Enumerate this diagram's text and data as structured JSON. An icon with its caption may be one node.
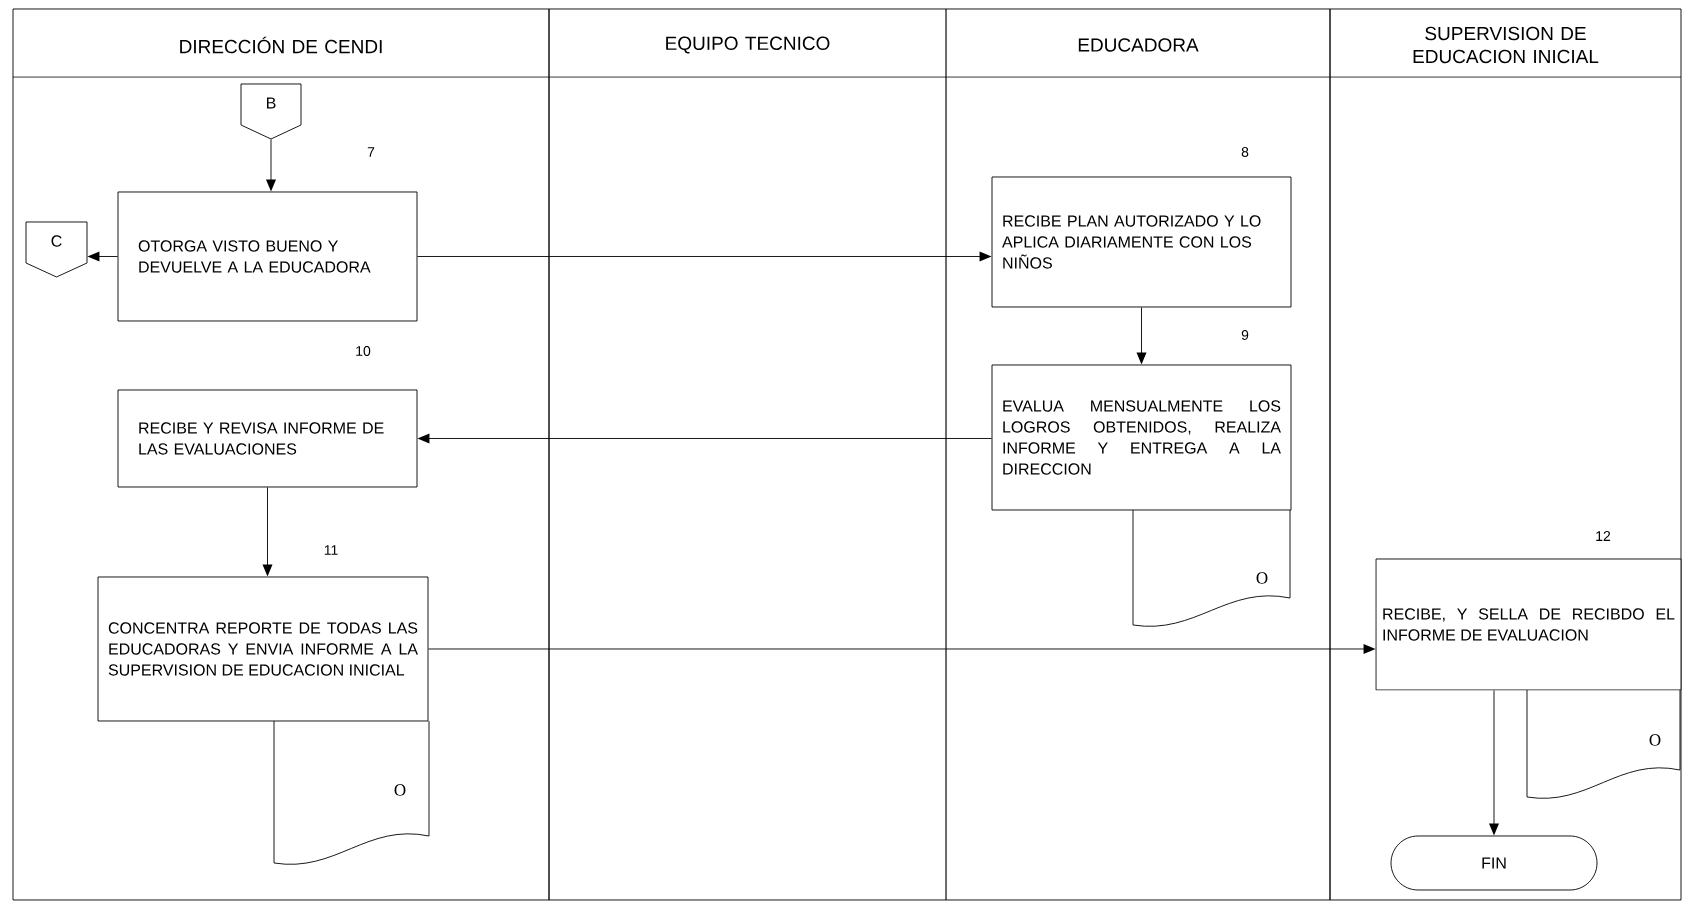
{
  "diagram": {
    "nodes": [
      {
        "text": [
          "B"
        ]
      },
      {
        "text": [
          "OTORGA VISTO BUENO Y DEVUELVE A LA EDUCADORA"
        ],
        "beside": [
          "7"
        ]
      },
      {
        "text": [
          "C"
        ]
      },
      {
        "text": [
          "RECIBE PLAN AUTORIZADO Y LO APLICA DIARIAMENTE CON LOS NIÑOS"
        ],
        "beside": [
          "8"
        ]
      },
      {
        "text": [
          "EVALUA MENSUALMENTE LOS LOGROS OBTENIDOS, REALIZA INFORME Y ENTREGA A LA DIRECCION"
        ],
        "beside": [
          "9"
        ]
      },
      {
        "text": [
          "O"
        ]
      },
      {
        "text": [
          "RECIBE Y REVISA INFORME DE LAS EVALUACIONES"
        ],
        "beside": [
          "10"
        ]
      },
      {
        "text": [
          "CONCENTRA REPORTE DE TODAS LAS EDUCADORAS Y ENVIA INFORME A LA SUPERVISION DE EDUCACION INICIAL"
        ],
        "beside": [
          "11"
        ]
      },
      {
        "text": [
          "O"
        ]
      },
      {
        "text": [
          "RECIBE, Y SELLA DE RECIBDO EL INFORME DE EVALUACION"
        ],
        "beside": [
          "12"
        ]
      },
      {
        "text": [
          "O"
        ]
      },
      {
        "text": [
          "FIN"
        ]
      }
    ],
    "edges": [
      {
        "from": 0,
        "to": 1,
        "arrow": "to"
      },
      {
        "from": 1,
        "to": 2,
        "arrow": "to"
      },
      {
        "from": 1,
        "to": 3,
        "arrow": "to"
      },
      {
        "from": 3,
        "to": 4,
        "arrow": "to"
      },
      {
        "from": 4,
        "to": 6,
        "arrow": "to"
      },
      {
        "from": 6,
        "to": 7,
        "arrow": "to"
      },
      {
        "from": 7,
        "to": 9,
        "arrow": "to"
      },
      {
        "from": 9,
        "to": 11,
        "arrow": "to"
      }
    ],
    "labels": [
      "DIRECCIÓN DE CENDI",
      "EQUIPO TECNICO",
      "EDUCADORA",
      "SUPERVISION DE EDUCACION INICIAL"
    ]
  }
}
